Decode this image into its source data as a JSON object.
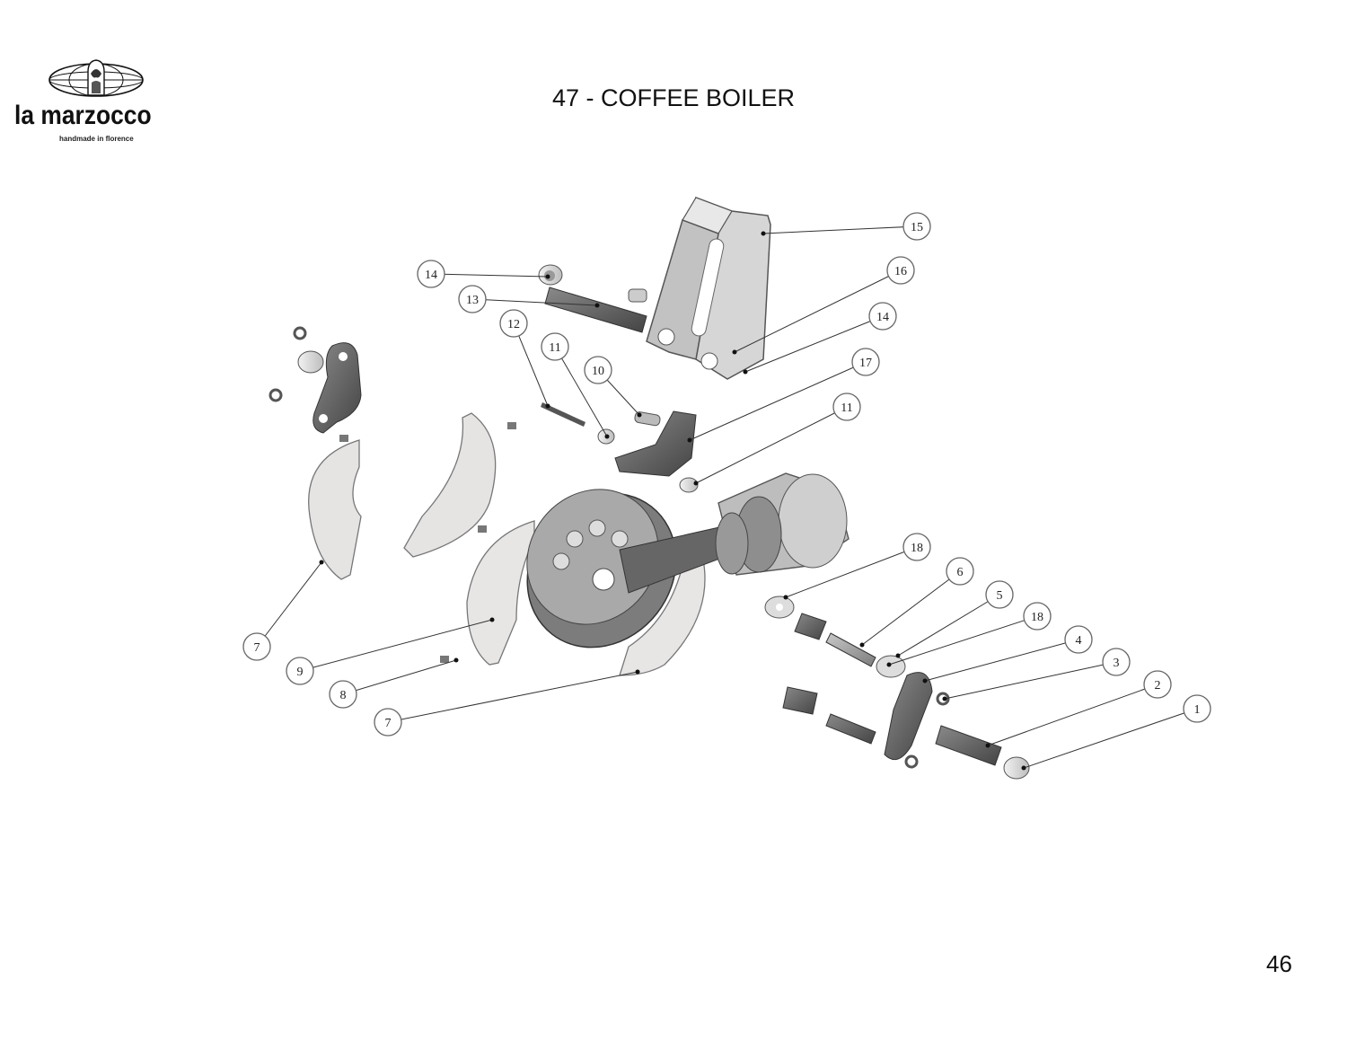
{
  "brand": {
    "name": "la marzocco",
    "tagline": "handmade in florence"
  },
  "title": "47 - COFFEE BOILER",
  "page_number": "46",
  "callouts": [
    {
      "label": "1"
    },
    {
      "label": "2"
    },
    {
      "label": "3"
    },
    {
      "label": "4"
    },
    {
      "label": "5"
    },
    {
      "label": "6"
    },
    {
      "label": "7"
    },
    {
      "label": "7"
    },
    {
      "label": "8"
    },
    {
      "label": "9"
    },
    {
      "label": "10"
    },
    {
      "label": "11"
    },
    {
      "label": "11"
    },
    {
      "label": "12"
    },
    {
      "label": "13"
    },
    {
      "label": "14"
    },
    {
      "label": "14"
    },
    {
      "label": "15"
    },
    {
      "label": "16"
    },
    {
      "label": "17"
    },
    {
      "label": "18"
    },
    {
      "label": "18"
    }
  ]
}
